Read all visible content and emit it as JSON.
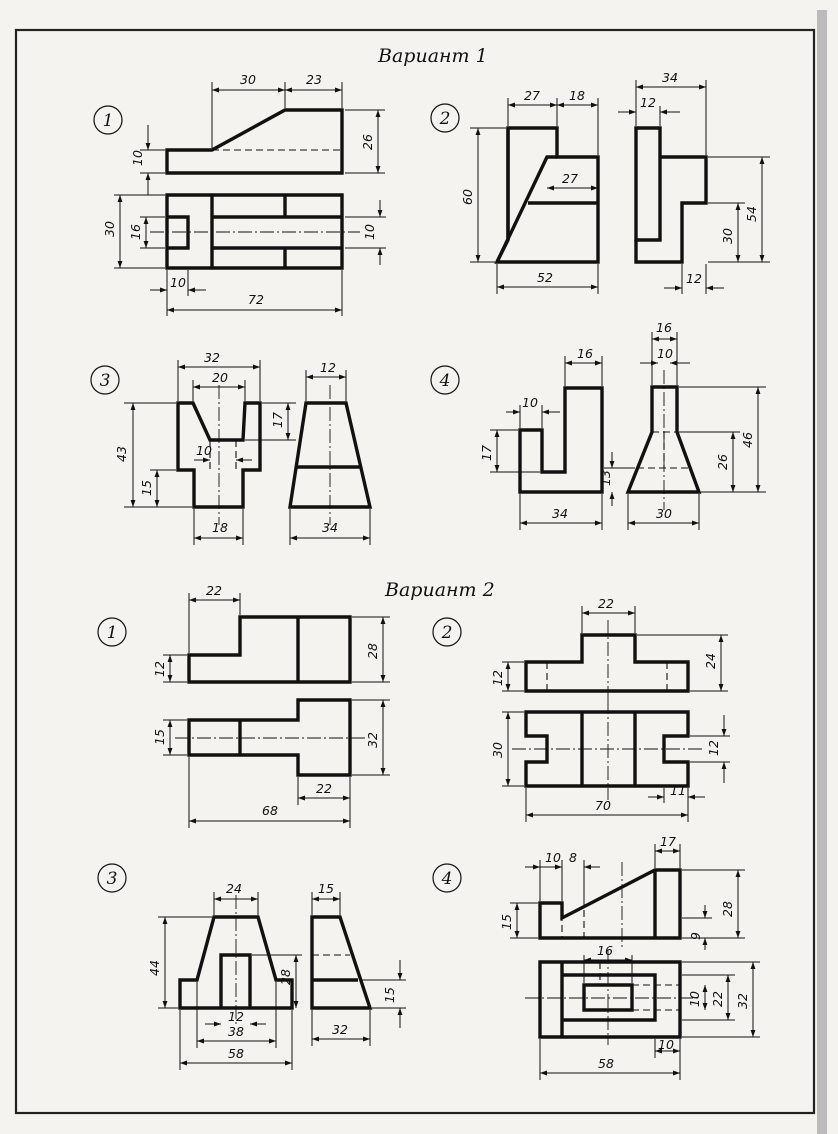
{
  "headings": {
    "variant1": "Вариант 1",
    "variant2": "Вариант 2"
  },
  "tasks": {
    "v1_1": {
      "number": "1",
      "dims": [
        "30",
        "23",
        "26",
        "10",
        "30",
        "16",
        "10",
        "10",
        "72"
      ]
    },
    "v1_2": {
      "number": "2",
      "dims": [
        "27",
        "18",
        "27",
        "60",
        "52",
        "34",
        "12",
        "54",
        "30",
        "12"
      ]
    },
    "v1_3": {
      "number": "3",
      "dims": [
        "32",
        "20",
        "43",
        "15",
        "17",
        "10",
        "18",
        "34",
        "12"
      ]
    },
    "v1_4": {
      "number": "4",
      "dims": [
        "16",
        "10",
        "17",
        "34",
        "13",
        "30",
        "16",
        "10",
        "46",
        "26"
      ]
    },
    "v2_1": {
      "number": "1",
      "dims": [
        "22",
        "28",
        "12",
        "15",
        "32",
        "22",
        "68"
      ]
    },
    "v2_2": {
      "number": "2",
      "dims": [
        "22",
        "24",
        "12",
        "30",
        "12",
        "70",
        "11"
      ]
    },
    "v2_3": {
      "number": "3",
      "dims": [
        "24",
        "44",
        "28",
        "12",
        "38",
        "58",
        "15",
        "15",
        "32"
      ]
    },
    "v2_4": {
      "number": "4",
      "dims": [
        "10",
        "8",
        "17",
        "15",
        "28",
        "9",
        "16",
        "32",
        "22",
        "10",
        "10",
        "58"
      ]
    }
  }
}
